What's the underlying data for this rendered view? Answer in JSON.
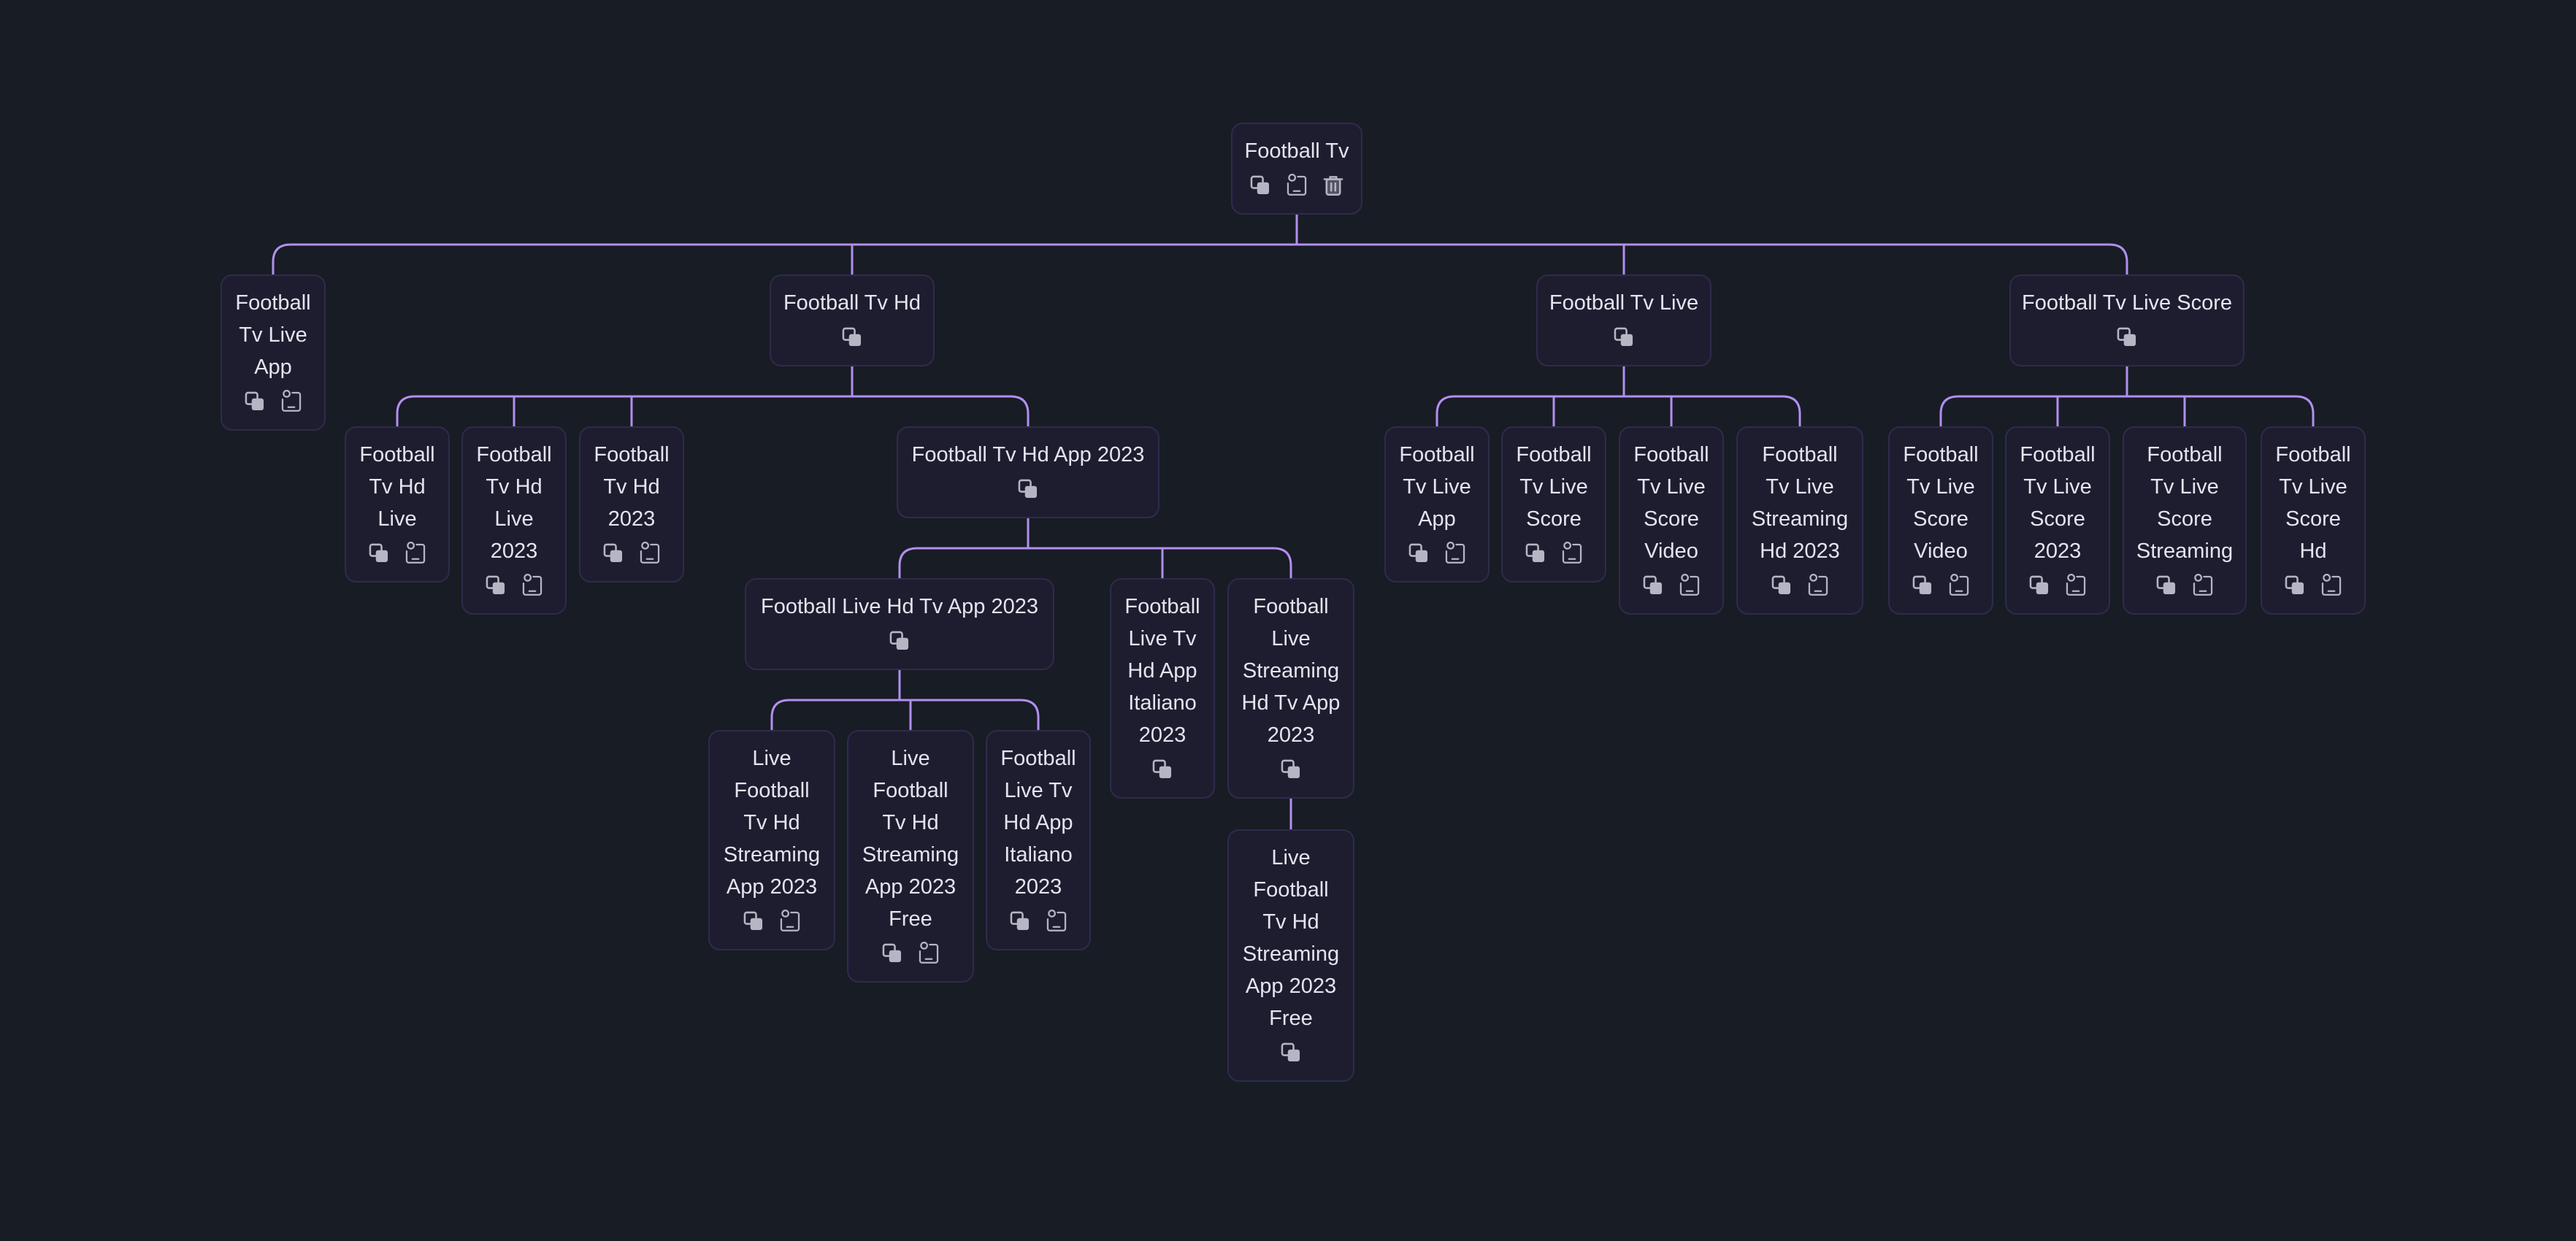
{
  "theme": {
    "background": "#181c24",
    "node_fill": "#1e1d30",
    "node_border": "#2e2b4c",
    "edge_color": "#b18ff0",
    "text_color": "#e4e4ee",
    "icon_color": "#b4b6c4"
  },
  "nodes": {
    "root": {
      "label": "Football Tv",
      "icons": [
        "copy-icon",
        "add-child-icon",
        "delete-icon"
      ]
    },
    "n1": {
      "label": "Football Tv Live App",
      "icons": [
        "copy-icon",
        "add-child-icon"
      ]
    },
    "n2": {
      "label": "Football Tv Hd",
      "icons": [
        "copy-icon"
      ]
    },
    "n3": {
      "label": "Football Tv Live",
      "icons": [
        "copy-icon"
      ]
    },
    "n4": {
      "label": "Football Tv Live Score",
      "icons": [
        "copy-icon"
      ]
    },
    "n2a": {
      "label": "Football Tv Hd Live",
      "icons": [
        "copy-icon",
        "add-child-icon"
      ]
    },
    "n2b": {
      "label": "Football Tv Hd Live 2023",
      "icons": [
        "copy-icon",
        "add-child-icon"
      ]
    },
    "n2c": {
      "label": "Football Tv Hd 2023",
      "icons": [
        "copy-icon",
        "add-child-icon"
      ]
    },
    "n2d": {
      "label": "Football Tv Hd App 2023",
      "icons": [
        "copy-icon"
      ]
    },
    "n3a": {
      "label": "Football Tv Live App",
      "icons": [
        "copy-icon",
        "add-child-icon"
      ]
    },
    "n3b": {
      "label": "Football Tv Live Score",
      "icons": [
        "copy-icon",
        "add-child-icon"
      ]
    },
    "n3c": {
      "label": "Football Tv Live Score Video",
      "icons": [
        "copy-icon",
        "add-child-icon"
      ]
    },
    "n3d": {
      "label": "Football Tv Live Streaming Hd 2023",
      "icons": [
        "copy-icon",
        "add-child-icon"
      ]
    },
    "n4a": {
      "label": "Football Tv Live Score Video",
      "icons": [
        "copy-icon",
        "add-child-icon"
      ]
    },
    "n4b": {
      "label": "Football Tv Live Score 2023",
      "icons": [
        "copy-icon",
        "add-child-icon"
      ]
    },
    "n4c": {
      "label": "Football Tv Live Score Streaming",
      "icons": [
        "copy-icon",
        "add-child-icon"
      ]
    },
    "n4d": {
      "label": "Football Tv Live Score Hd",
      "icons": [
        "copy-icon",
        "add-child-icon"
      ]
    },
    "n5a": {
      "label": "Football Live Hd Tv App 2023",
      "icons": [
        "copy-icon"
      ]
    },
    "n5b": {
      "label": "Football Live Tv Hd App Italiano 2023",
      "icons": [
        "copy-icon"
      ]
    },
    "n5c": {
      "label": "Football Live Streaming Hd Tv App 2023",
      "icons": [
        "copy-icon"
      ]
    },
    "n6a": {
      "label": "Live Football Tv Hd Streaming App 2023",
      "icons": [
        "copy-icon",
        "add-child-icon"
      ]
    },
    "n6b": {
      "label": "Live Football Tv Hd Streaming App 2023 Free",
      "icons": [
        "copy-icon",
        "add-child-icon"
      ]
    },
    "n6c": {
      "label": "Football Live Tv Hd App Italiano 2023",
      "icons": [
        "copy-icon",
        "add-child-icon"
      ]
    },
    "n7a": {
      "label": "Live Football Tv Hd Streaming App 2023 Free",
      "icons": [
        "copy-icon"
      ]
    }
  },
  "edges": [
    [
      "root",
      "n1"
    ],
    [
      "root",
      "n2"
    ],
    [
      "root",
      "n3"
    ],
    [
      "root",
      "n4"
    ],
    [
      "n2",
      "n2a"
    ],
    [
      "n2",
      "n2b"
    ],
    [
      "n2",
      "n2c"
    ],
    [
      "n2",
      "n2d"
    ],
    [
      "n3",
      "n3a"
    ],
    [
      "n3",
      "n3b"
    ],
    [
      "n3",
      "n3c"
    ],
    [
      "n3",
      "n3d"
    ],
    [
      "n4",
      "n4a"
    ],
    [
      "n4",
      "n4b"
    ],
    [
      "n4",
      "n4c"
    ],
    [
      "n4",
      "n4d"
    ],
    [
      "n2d",
      "n5a"
    ],
    [
      "n2d",
      "n5b"
    ],
    [
      "n2d",
      "n5c"
    ],
    [
      "n5a",
      "n6a"
    ],
    [
      "n5a",
      "n6b"
    ],
    [
      "n5a",
      "n6c"
    ],
    [
      "n5c",
      "n7a"
    ]
  ]
}
